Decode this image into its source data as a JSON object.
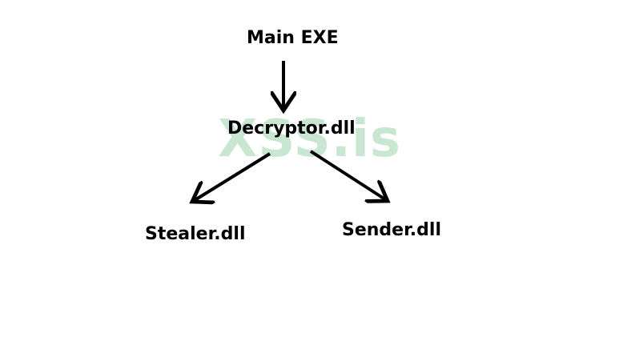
{
  "nodes": {
    "main": "Main EXE",
    "decryptor": "Decryptor.dll",
    "stealer": "Stealer.dll",
    "sender": "Sender.dll"
  },
  "edges": [
    {
      "from": "Main EXE",
      "to": "Decryptor.dll"
    },
    {
      "from": "Decryptor.dll",
      "to": "Stealer.dll"
    },
    {
      "from": "Decryptor.dll",
      "to": "Sender.dll"
    }
  ],
  "watermark": "XSS.is",
  "colors": {
    "background": "#ffffff",
    "text": "#000000",
    "arrow": "#000000",
    "watermark": "#2e9e4a"
  }
}
